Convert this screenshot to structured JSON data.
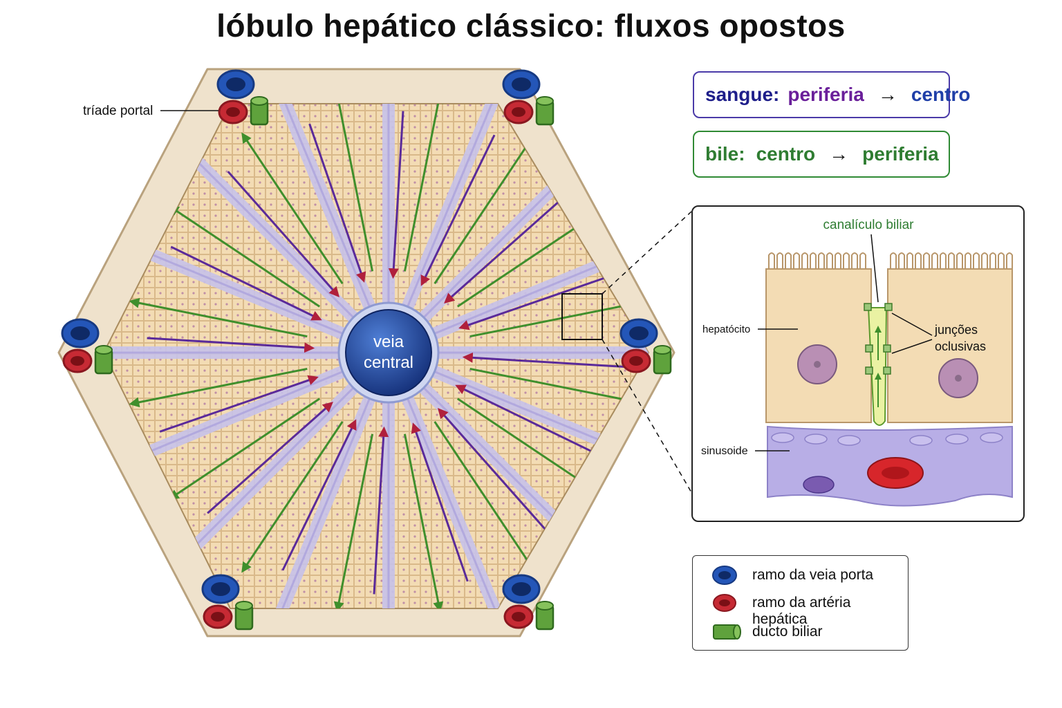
{
  "title": "lóbulo hepático clássico: fluxos opostos",
  "flows": {
    "blood": {
      "label": "sangue:",
      "from": "periferia",
      "to": "centro",
      "arrow": "→"
    },
    "bile": {
      "label": "bile:",
      "from": "centro",
      "to": "periferia",
      "arrow": "→"
    }
  },
  "lobule": {
    "central_vein_line1": "veia",
    "central_vein_line2": "central",
    "portal_triad_label": "tríade portal"
  },
  "inset": {
    "canaliculus_label": "canalículo biliar",
    "hepatocyte_label": "hepatócito",
    "junctions_line1": "junções",
    "junctions_line2": "oclusivas",
    "sinusoid_label": "sinusoide"
  },
  "legend": {
    "items": [
      {
        "label": "ramo da veia porta",
        "icon": "portal-vein-icon"
      },
      {
        "label": "ramo da artéria hepática",
        "icon": "hepatic-artery-icon"
      },
      {
        "label": "ducto biliar",
        "icon": "bile-duct-icon"
      }
    ]
  },
  "colors": {
    "blood_label": "#1e1e8a",
    "blood_from": "#6a1f9a",
    "blood_to": "#1f3fa8",
    "bile": "#2f7d32",
    "portal_vein": "#2456b8",
    "hepatic_artery": "#c62a34",
    "bile_duct": "#5fa23c",
    "hepatocyte": "#f3dcb4",
    "sinusoid": "#c7c2ea",
    "central_vein": "#1f4796"
  }
}
